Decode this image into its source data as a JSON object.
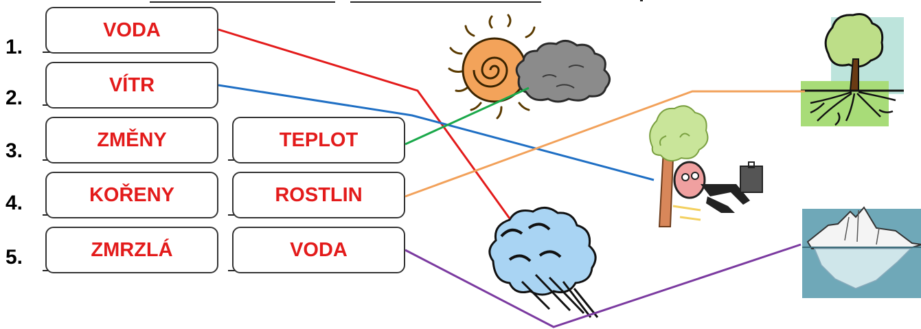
{
  "exercise": {
    "rows": [
      {
        "number": "1.",
        "answers": [
          "VODA"
        ]
      },
      {
        "number": "2.",
        "answers": [
          "VÍTR"
        ]
      },
      {
        "number": "3.",
        "answers": [
          "ZMĚNY",
          "TEPLOT"
        ]
      },
      {
        "number": "4.",
        "answers": [
          "KOŘENY",
          "ROSTLIN"
        ]
      },
      {
        "number": "5.",
        "answers": [
          "ZMRZLÁ",
          "VODA"
        ]
      }
    ],
    "pictures": [
      "sun-and-cloud",
      "windblown-man-and-tree",
      "rain-cloud",
      "tree-with-roots",
      "iceberg"
    ],
    "colors": {
      "answer_text": "#e31b1b",
      "line_voda": "#e31b1b",
      "line_vitr": "#1f6fc4",
      "line_zmeny_teplot": "#1aa84a",
      "line_koreny_rostlin": "#f2a15a",
      "line_zmrzla_voda": "#7b3aa0"
    }
  }
}
